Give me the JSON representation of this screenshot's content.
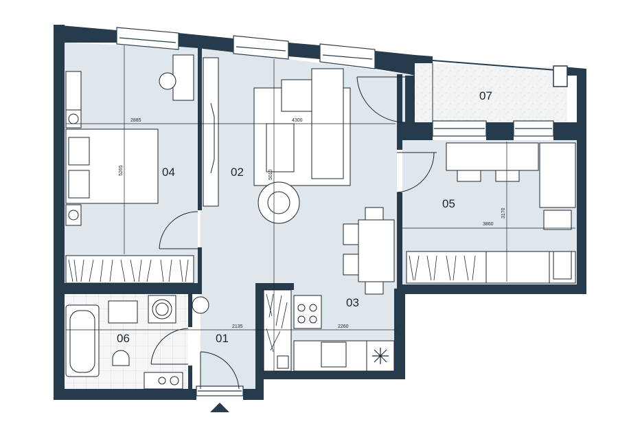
{
  "plan": {
    "rooms": [
      {
        "id": "01",
        "label": "01"
      },
      {
        "id": "02",
        "label": "02"
      },
      {
        "id": "03",
        "label": "03"
      },
      {
        "id": "04",
        "label": "04"
      },
      {
        "id": "05",
        "label": "05"
      },
      {
        "id": "06",
        "label": "06"
      },
      {
        "id": "07",
        "label": "07"
      }
    ],
    "dimensions": {
      "room04_width": "2885",
      "room04_length": "5265",
      "living_width": "4300",
      "living_length": "5010",
      "room05_length": "3170",
      "room05_width": "3860",
      "hall_width": "2135",
      "kitchen_width": "2260"
    },
    "colors": {
      "wall": "#263b4b",
      "floor": "#dfe6ec",
      "tile": "#f4f6f8",
      "balcony": "#eef1f3",
      "line": "#1b2530"
    },
    "icons": [
      "entrance-arrow-icon",
      "snowflake-icon",
      "stove-icon",
      "sink-icon",
      "toilet-icon",
      "bathtub-icon",
      "washing-machine-icon"
    ]
  }
}
